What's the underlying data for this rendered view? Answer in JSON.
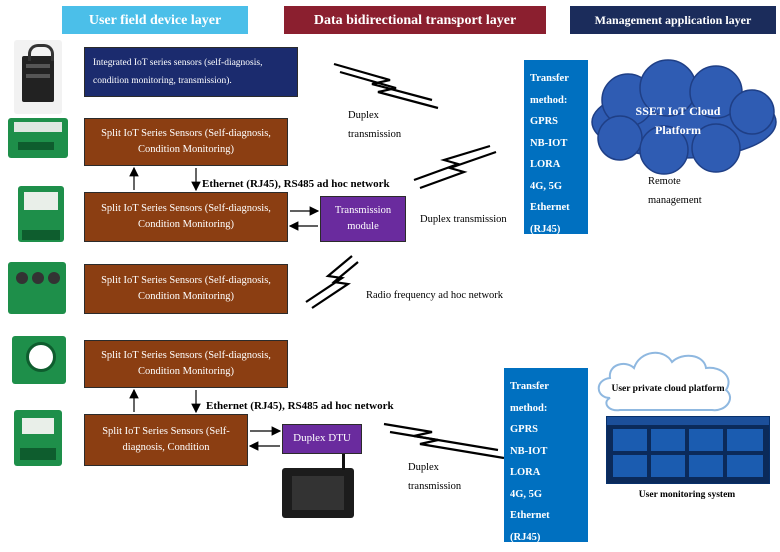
{
  "headers": {
    "user": {
      "label": "User field device layer",
      "color": "#4bbfe9"
    },
    "transport": {
      "label": "Data bidirectional transport layer",
      "color": "#8b1f2f"
    },
    "management": {
      "label": "Management application layer",
      "color": "#1b2c5b"
    }
  },
  "boxes": {
    "integrated": "Integrated IoT series sensors (self-diagnosis, condition monitoring, transmission).",
    "split1": "Split IoT Series Sensors (Self-diagnosis, Condition Monitoring)",
    "split2": "Split IoT Series Sensors (Self-diagnosis, Condition Monitoring)",
    "split3": "Split IoT Series Sensors (Self-diagnosis, Condition Monitoring)",
    "split4": "Split IoT Series Sensors (Self-diagnosis, Condition Monitoring)",
    "split5": "Split IoT Series Sensors (Self-diagnosis, Condition",
    "transmission_module": "Transmission module",
    "duplex_dtu": "Duplex DTU"
  },
  "labels": {
    "duplex1": "Duplex transmission",
    "ethernet1": "Ethernet (RJ45), RS485 ad hoc network",
    "duplex2": "Duplex transmission",
    "radio": "Radio frequency ad hoc network",
    "ethernet2": "Ethernet (RJ45), RS485 ad hoc network",
    "duplex3": "Duplex transmission",
    "remote": "Remote management",
    "private_cloud": "User private cloud platform",
    "monitoring": "User monitoring system"
  },
  "transfer_top": [
    "Transfer",
    "method:",
    "GPRS",
    "NB-IOT",
    "LORA",
    "4G, 5G",
    "Ethernet",
    "(RJ45)"
  ],
  "transfer_bottom": [
    "Transfer",
    "method:",
    "GPRS",
    "NB-IOT",
    "LORA",
    "4G, 5G",
    "Ethernet",
    "(RJ45)"
  ],
  "cloud": {
    "title": "SSET IoT Cloud Platform"
  },
  "colors": {
    "brown": "#8b3e12",
    "navy": "#1b2b6e",
    "purple": "#6a2b9e",
    "blue": "#0070c0",
    "cloud": "#2f5cb3"
  }
}
